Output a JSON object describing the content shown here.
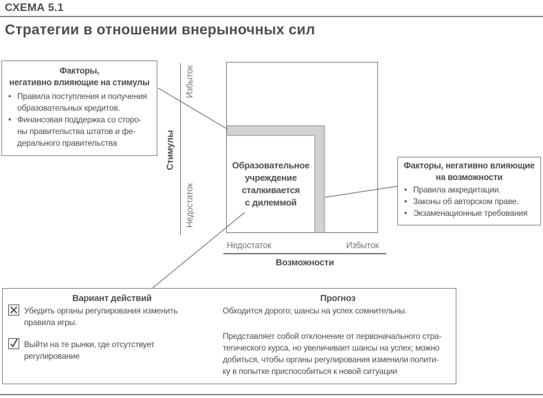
{
  "colors": {
    "text": "#4e4e50",
    "muted_text": "#76777a",
    "line": "#7b7b7d",
    "band_fill": "#d2d2d3",
    "band_stroke": "#8e8e90",
    "rule": "#8a8a8c"
  },
  "header": {
    "scheme_label": "СХЕМА 5.1",
    "title": "Стратегии в отношении внерыночных сил"
  },
  "incentives_box": {
    "title": "Факторы,\nнегативно влияющие на стимулы",
    "items": [
      "Правила поступления и получения\nобразовательных кредитов.",
      "Финансовая поддержка со сторо-\nны правительства штатов и фе-\nдерального правительства"
    ]
  },
  "matrix": {
    "y_axis_label": "Стимулы",
    "y_top_label": "Избыток",
    "y_bottom_label": "Недостаток",
    "x_axis_label": "Возможности",
    "x_left_label": "Недостаток",
    "x_right_label": "Избыток",
    "center_text": "Образовательное\nучреждение\nсталкивается\nс дилеммой"
  },
  "opportunities_box": {
    "title": "Факторы, негативно влияющие\nна возможности",
    "items": [
      "Правила аккредитации.",
      "Законы об авторском праве.",
      "Экзаменационные требования"
    ]
  },
  "options_table": {
    "action_header": "Вариант действий",
    "forecast_header": "Прогноз",
    "rows": [
      {
        "icon": "x-mark-icon",
        "action": "Убедить органы регулирования изменить\nправила игры.",
        "forecast": "Обходится дорого; шансы на успех сомнительны."
      },
      {
        "icon": "check-mark-icon",
        "action": "Выйти на те рынки, где отсутствует\nрегулирование",
        "forecast": "Представляет собой отклонение от первоначального стра-\nтегического курса, но увеличивает шансы на успех; можно\nдобиться, чтобы органы регулирования изменили полити-\nку в попытке приспособиться к новой ситуации"
      }
    ]
  }
}
